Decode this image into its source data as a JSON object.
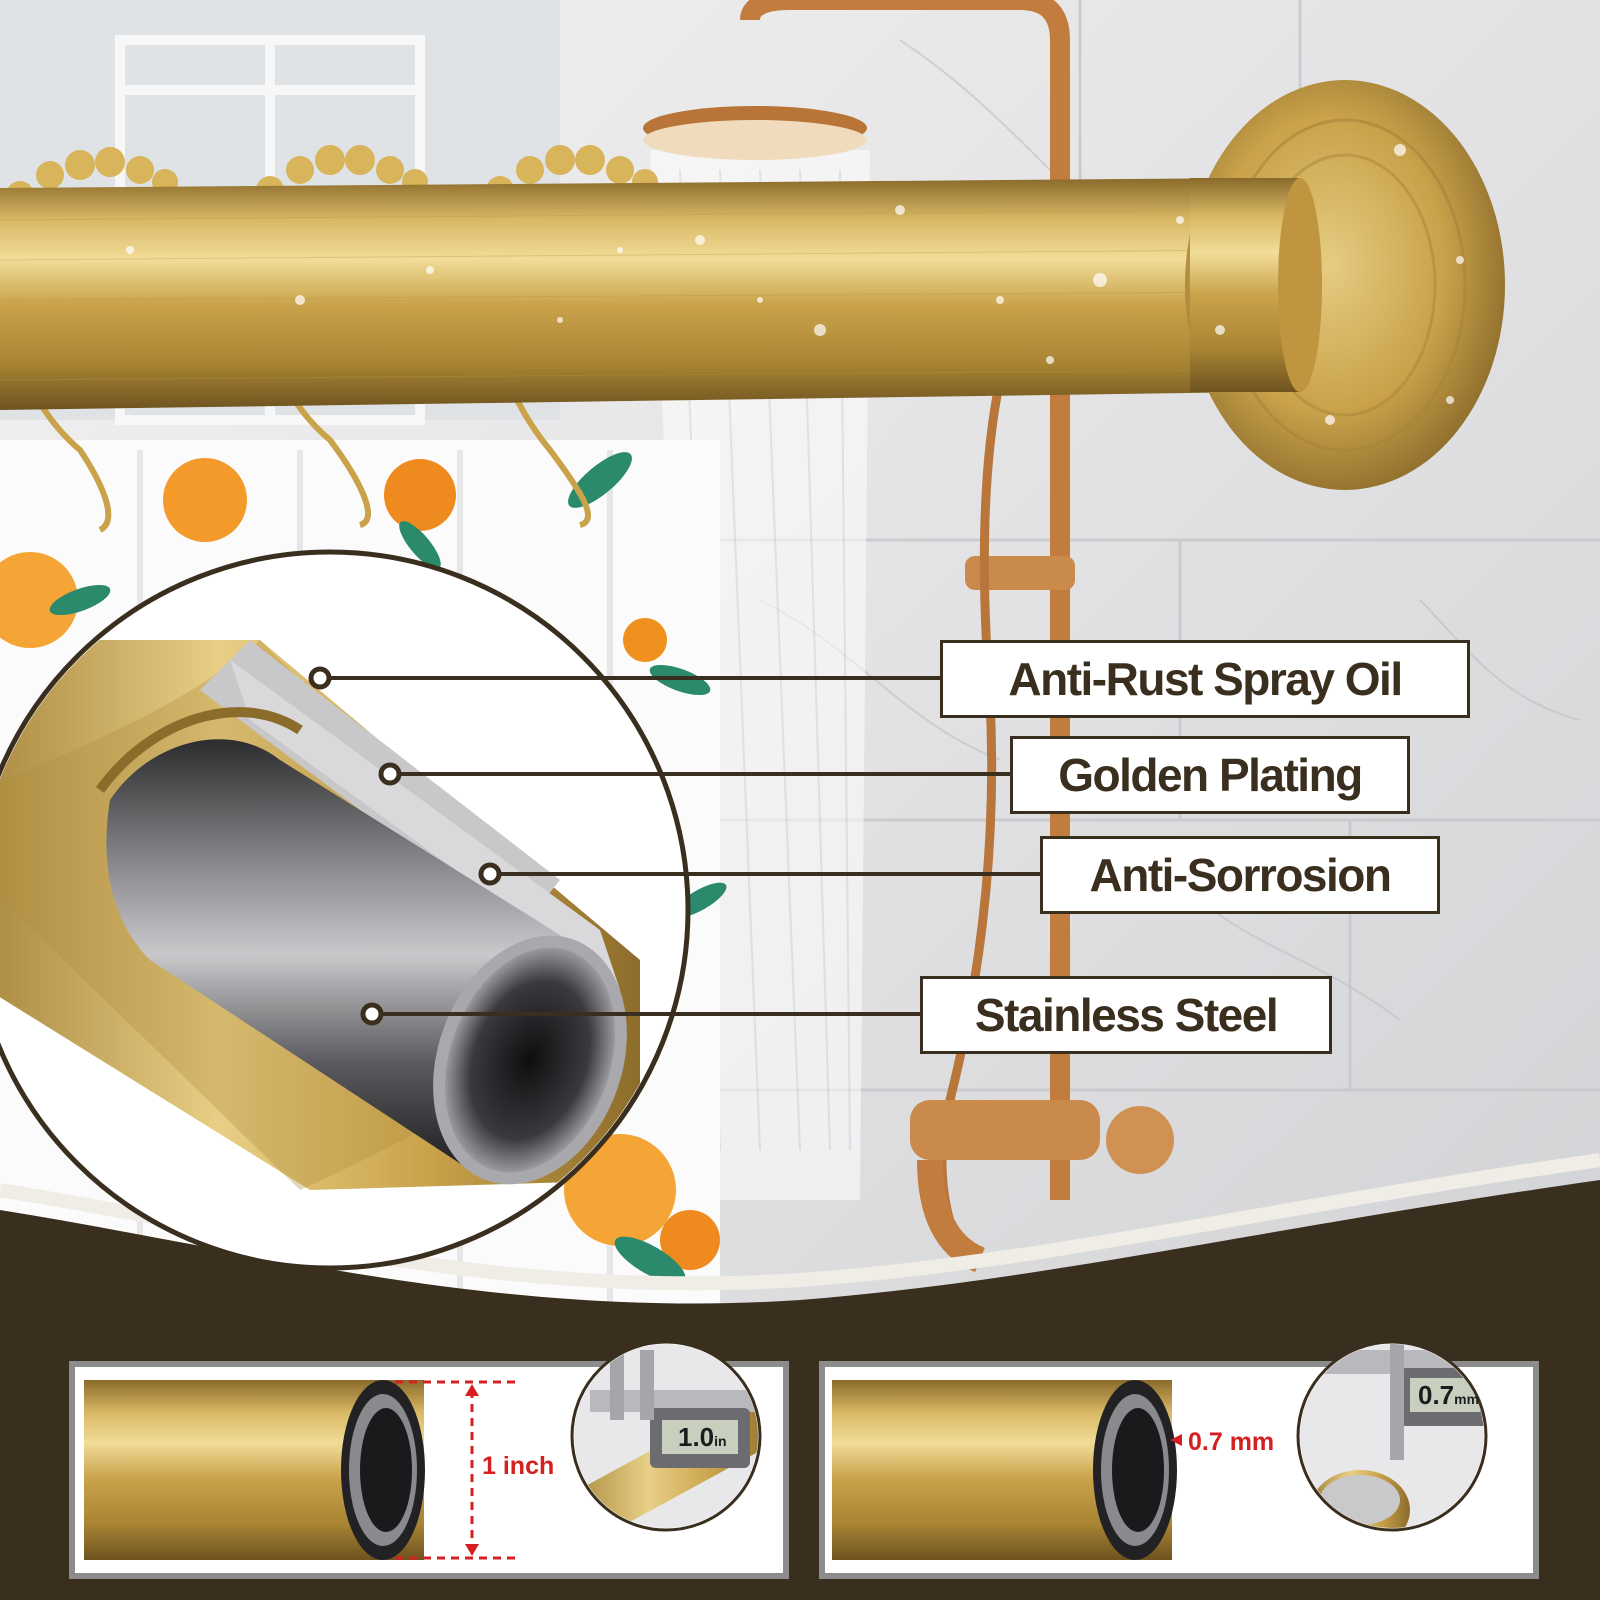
{
  "labels": {
    "layer_1": "Anti-Rust Spray Oil",
    "layer_2": "Golden Plating",
    "layer_3": "Anti-Sorrosion",
    "layer_4": "Stainless Steel"
  },
  "measurements": {
    "diameter": "1 inch",
    "wall_thickness": "0.7 mm",
    "caliper_left_reading": "1.0",
    "caliper_left_unit": "in",
    "caliper_right_reading": "0.7",
    "caliper_right_unit": "mm"
  },
  "colors": {
    "brand_dark": "#3a2e1f",
    "gold": "#c9a24a",
    "dimension_red": "#d42020"
  }
}
